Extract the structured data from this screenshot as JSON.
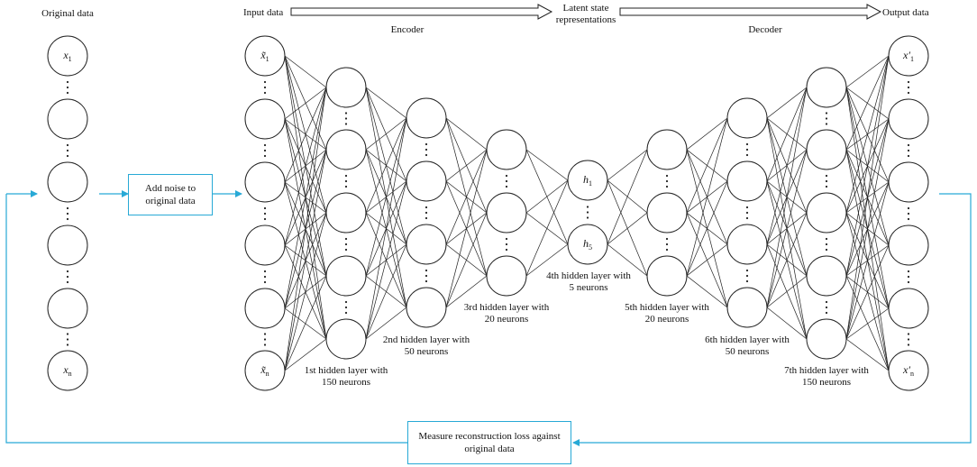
{
  "labels": {
    "original_data": "Original data",
    "input_data": "Input data",
    "latent": "Latent state\nrepresentations",
    "output_data": "Output data",
    "encoder": "Encoder",
    "decoder": "Decoder"
  },
  "boxes": {
    "noise": "Add noise to\noriginal data",
    "loss": "Measure reconstruction loss against\noriginal data"
  },
  "layers": {
    "l1": "1st hidden layer with\n150 neurons",
    "l2": "2nd hidden layer with\n50 neurons",
    "l3": "3rd hidden layer with\n20 neurons",
    "l4": "4th hidden layer with\n5 neurons",
    "l5": "5th hidden layer with\n20 neurons",
    "l6": "6th hidden layer with\n50 neurons",
    "l7": "7th hidden layer with\n150 neurons"
  },
  "symbols": {
    "x1": "x",
    "x1_sub": "1",
    "xn": "x",
    "xn_sub": "n",
    "in1": "x̃",
    "in1_sub": "1",
    "inn": "x̃",
    "inn_sub": "n",
    "h1": "h",
    "h1_sub": "1",
    "h5": "h",
    "h5_sub": "5",
    "out1": "x′",
    "out1_sub": "1",
    "outn": "x′",
    "outn_sub": "n"
  },
  "colors": {
    "accent": "#27a9d6",
    "node_stroke": "#222222"
  }
}
